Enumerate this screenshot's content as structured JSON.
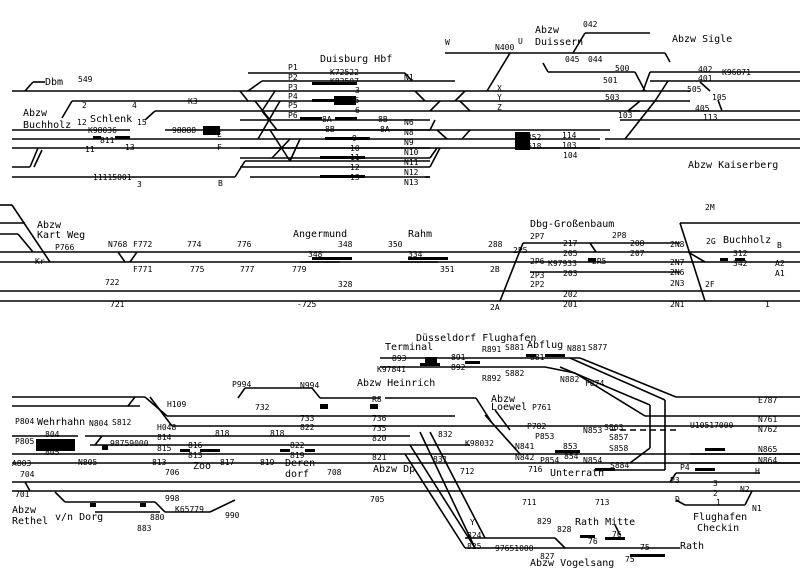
{
  "diagram": {
    "colors": {
      "track": "#000000",
      "background": "#ffffff",
      "occupied": "#000000"
    },
    "stations": [
      "Duisburg Hbf",
      "Dbm",
      "Abzw",
      "Buchholz",
      "Schlenk",
      "Abzw",
      "Duissern",
      "Abzw Sigle",
      "Abzw Kaiserberg",
      "Abzw",
      "Kart Weg",
      "Angermund",
      "Rahm",
      "Dbg-Großenbaum",
      "Buchholz",
      "Düsseldorf Flughafen",
      "Terminal",
      "Abflug",
      "Abzw Heinrich",
      "Wehrhahn",
      "Zoo",
      "Deren-",
      "dorf",
      "Abzw Dp",
      "Abzw",
      "Loewel",
      "Unterrath",
      "Abzw",
      "Rethel",
      "v/n Dorg",
      "Rath Mitte",
      "Rath",
      "Abzw Vogelsang",
      "Flughafen",
      "Checkin"
    ],
    "labels": [
      "549",
      "2",
      "4",
      "12",
      "K98036",
      "811",
      "13",
      "11",
      "15",
      "K3",
      "98888",
      "E",
      "F",
      "3",
      "11115001",
      "B",
      "P1",
      "P2",
      "P3",
      "P4",
      "P5",
      "P6",
      "K72522",
      "K83507",
      "3",
      "825",
      "6",
      "8A",
      "8B",
      "8B",
      "8A",
      "9",
      "10",
      "11",
      "12",
      "13",
      "N1",
      "N6",
      "N8",
      "N9",
      "N10",
      "N11",
      "N12",
      "N13",
      "W",
      "N400",
      "U",
      "X",
      "Y",
      "Z",
      "042",
      "045",
      "044",
      "501",
      "500",
      "503",
      "U352",
      "618",
      "114",
      "103",
      "104",
      "402",
      "401",
      "505",
      "405",
      "105",
      "103",
      "113",
      "K96871",
      "P766",
      "N768",
      "F772",
      "774",
      "776",
      "348",
      "350",
      "288",
      "2P7",
      "2P8",
      "2M",
      "B",
      "2G",
      "Kr",
      "F771",
      "775",
      "777",
      "779",
      "348",
      "334",
      "351",
      "2B",
      "2P5",
      "217",
      "208",
      "2N8",
      "205",
      "207",
      "312",
      "2P6",
      "K97933",
      "2R5",
      "2N7",
      "342",
      "A2",
      "2P3",
      "203",
      "2N6",
      "2N3",
      "A1",
      "722",
      "328",
      "2P2",
      "2F",
      "202",
      "201",
      "721",
      "-725",
      "2A",
      "2N1",
      "1",
      "893",
      "K97841",
      "891",
      "892",
      "R891",
      "S881",
      "881",
      "N881",
      "S877",
      "R892",
      "S882",
      "N882",
      "F874",
      "E787",
      "P994",
      "H109",
      "N994",
      "R8",
      "732",
      "733",
      "736",
      "735",
      "P761",
      "N761",
      "U10517000",
      "N762",
      "P804",
      "804",
      "N804",
      "S812",
      "H048",
      "814",
      "818",
      "818",
      "822",
      "820",
      "832",
      "P782",
      "P853",
      "N853",
      "S863",
      "S857",
      "P805",
      "805",
      "98759000",
      "815",
      "816",
      "813",
      "822",
      "819",
      "K98032",
      "N841",
      "853",
      "S858",
      "N865",
      "A803",
      "N805",
      "813",
      "817",
      "819",
      "N842",
      "854",
      "P854",
      "N854",
      "S884",
      "N864",
      "831",
      "821",
      "704",
      "706",
      "708",
      "712",
      "716",
      "P4",
      "H",
      "P3",
      "3",
      "N2",
      "2",
      "701",
      "711",
      "713",
      "D",
      "1",
      "N1",
      "705",
      "998",
      "K65779",
      "880",
      "883",
      "990",
      "Y",
      "829",
      "828",
      "76",
      "824",
      "76",
      "825",
      "97651000",
      "827",
      "75",
      "75"
    ]
  }
}
